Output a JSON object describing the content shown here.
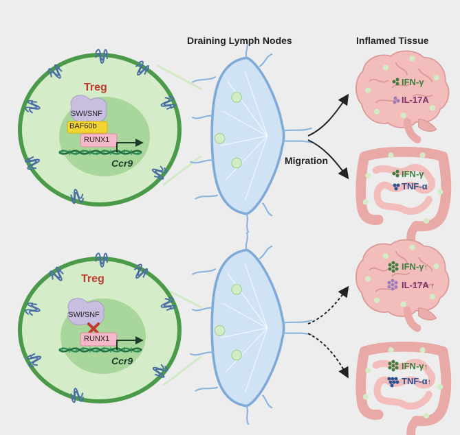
{
  "headers": {
    "lymph": "Draining Lymph Nodes",
    "tissue": "Inflamed Tissue"
  },
  "top_panel": {
    "cell_label": "Treg",
    "complex_label": "SWI/SNF",
    "baf_label": "BAF60b",
    "runx_label": "RUNX1",
    "gene_label": "Ccr9",
    "migration_label": "Migration",
    "brain": {
      "cytokine_1": "IFN-γ",
      "cytokine_2": "IL-17A"
    },
    "gut": {
      "cytokine_1": "IFN-γ",
      "cytokine_2": "TNF-α"
    }
  },
  "bottom_panel": {
    "cell_label": "Treg",
    "complex_label": "SWI/SNF",
    "runx_label": "RUNX1",
    "gene_label": "Ccr9",
    "brain": {
      "cytokine_1": "IFN-γ",
      "cytokine_2": "IL-17A"
    },
    "gut": {
      "cytokine_1": "IFN-γ",
      "cytokine_2": "TNF-α"
    }
  },
  "colors": {
    "background": "#ededed",
    "cell_membrane": "#4a9a4a",
    "cytoplasm": "#cfe9c4",
    "nucleus": "#a9d69a",
    "treg_text": "#c0392b",
    "swi_snf": "#c8bedf",
    "baf60b": "#f4d431",
    "runx1": "#f5b8c8",
    "dna_strand": "#2e8b57",
    "lymph_node": "#cfe3f5",
    "lymph_edge": "#7fa9d6",
    "organ": "#f2bdbb",
    "ifn": "#3d7d3d",
    "il17": "#7a2f6f",
    "tnf": "#2c4f8f",
    "knockout_x": "#c0392b"
  },
  "icons": [
    "receptor-icon",
    "x-mark-icon",
    "transcription-arrow-icon",
    "migration-arrow-icon",
    "dashed-arrow-icon",
    "up-arrow-icon"
  ]
}
